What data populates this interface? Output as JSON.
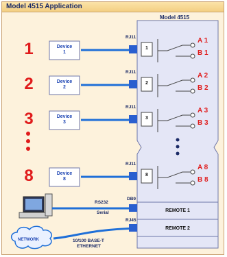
{
  "title": "Model 4515 Application",
  "unit_title": "Model 4515",
  "channels": [
    {
      "number": "1",
      "device": "Device",
      "device_num": "1",
      "connector": "RJ11",
      "port": "1",
      "a": "A 1",
      "b": "B 1"
    },
    {
      "number": "2",
      "device": "Device",
      "device_num": "2",
      "connector": "RJ11",
      "port": "2",
      "a": "A 2",
      "b": "B 2"
    },
    {
      "number": "3",
      "device": "Device",
      "device_num": "3",
      "connector": "RJ11",
      "port": "3",
      "a": "A 3",
      "b": "B 3"
    },
    {
      "number": "8",
      "device": "Device",
      "device_num": "8",
      "connector": "RJ11",
      "port": "8",
      "a": "A 8",
      "b": "B 8"
    }
  ],
  "ellipsis": "⋮",
  "remote1": {
    "label": "REMOTE 1",
    "connector": "DB9",
    "link": "RS232",
    "link2": "Serial"
  },
  "remote2": {
    "label": "REMOTE 2",
    "connector": "RJ45",
    "link": "10/100 BASE-T",
    "link2": "ETHERNET"
  },
  "network": "NETWORK",
  "colors": {
    "accent": "#e01b1b",
    "line": "#1e6fd8",
    "unit": "#e4e6f6",
    "title_bg": "#f6d68f"
  }
}
